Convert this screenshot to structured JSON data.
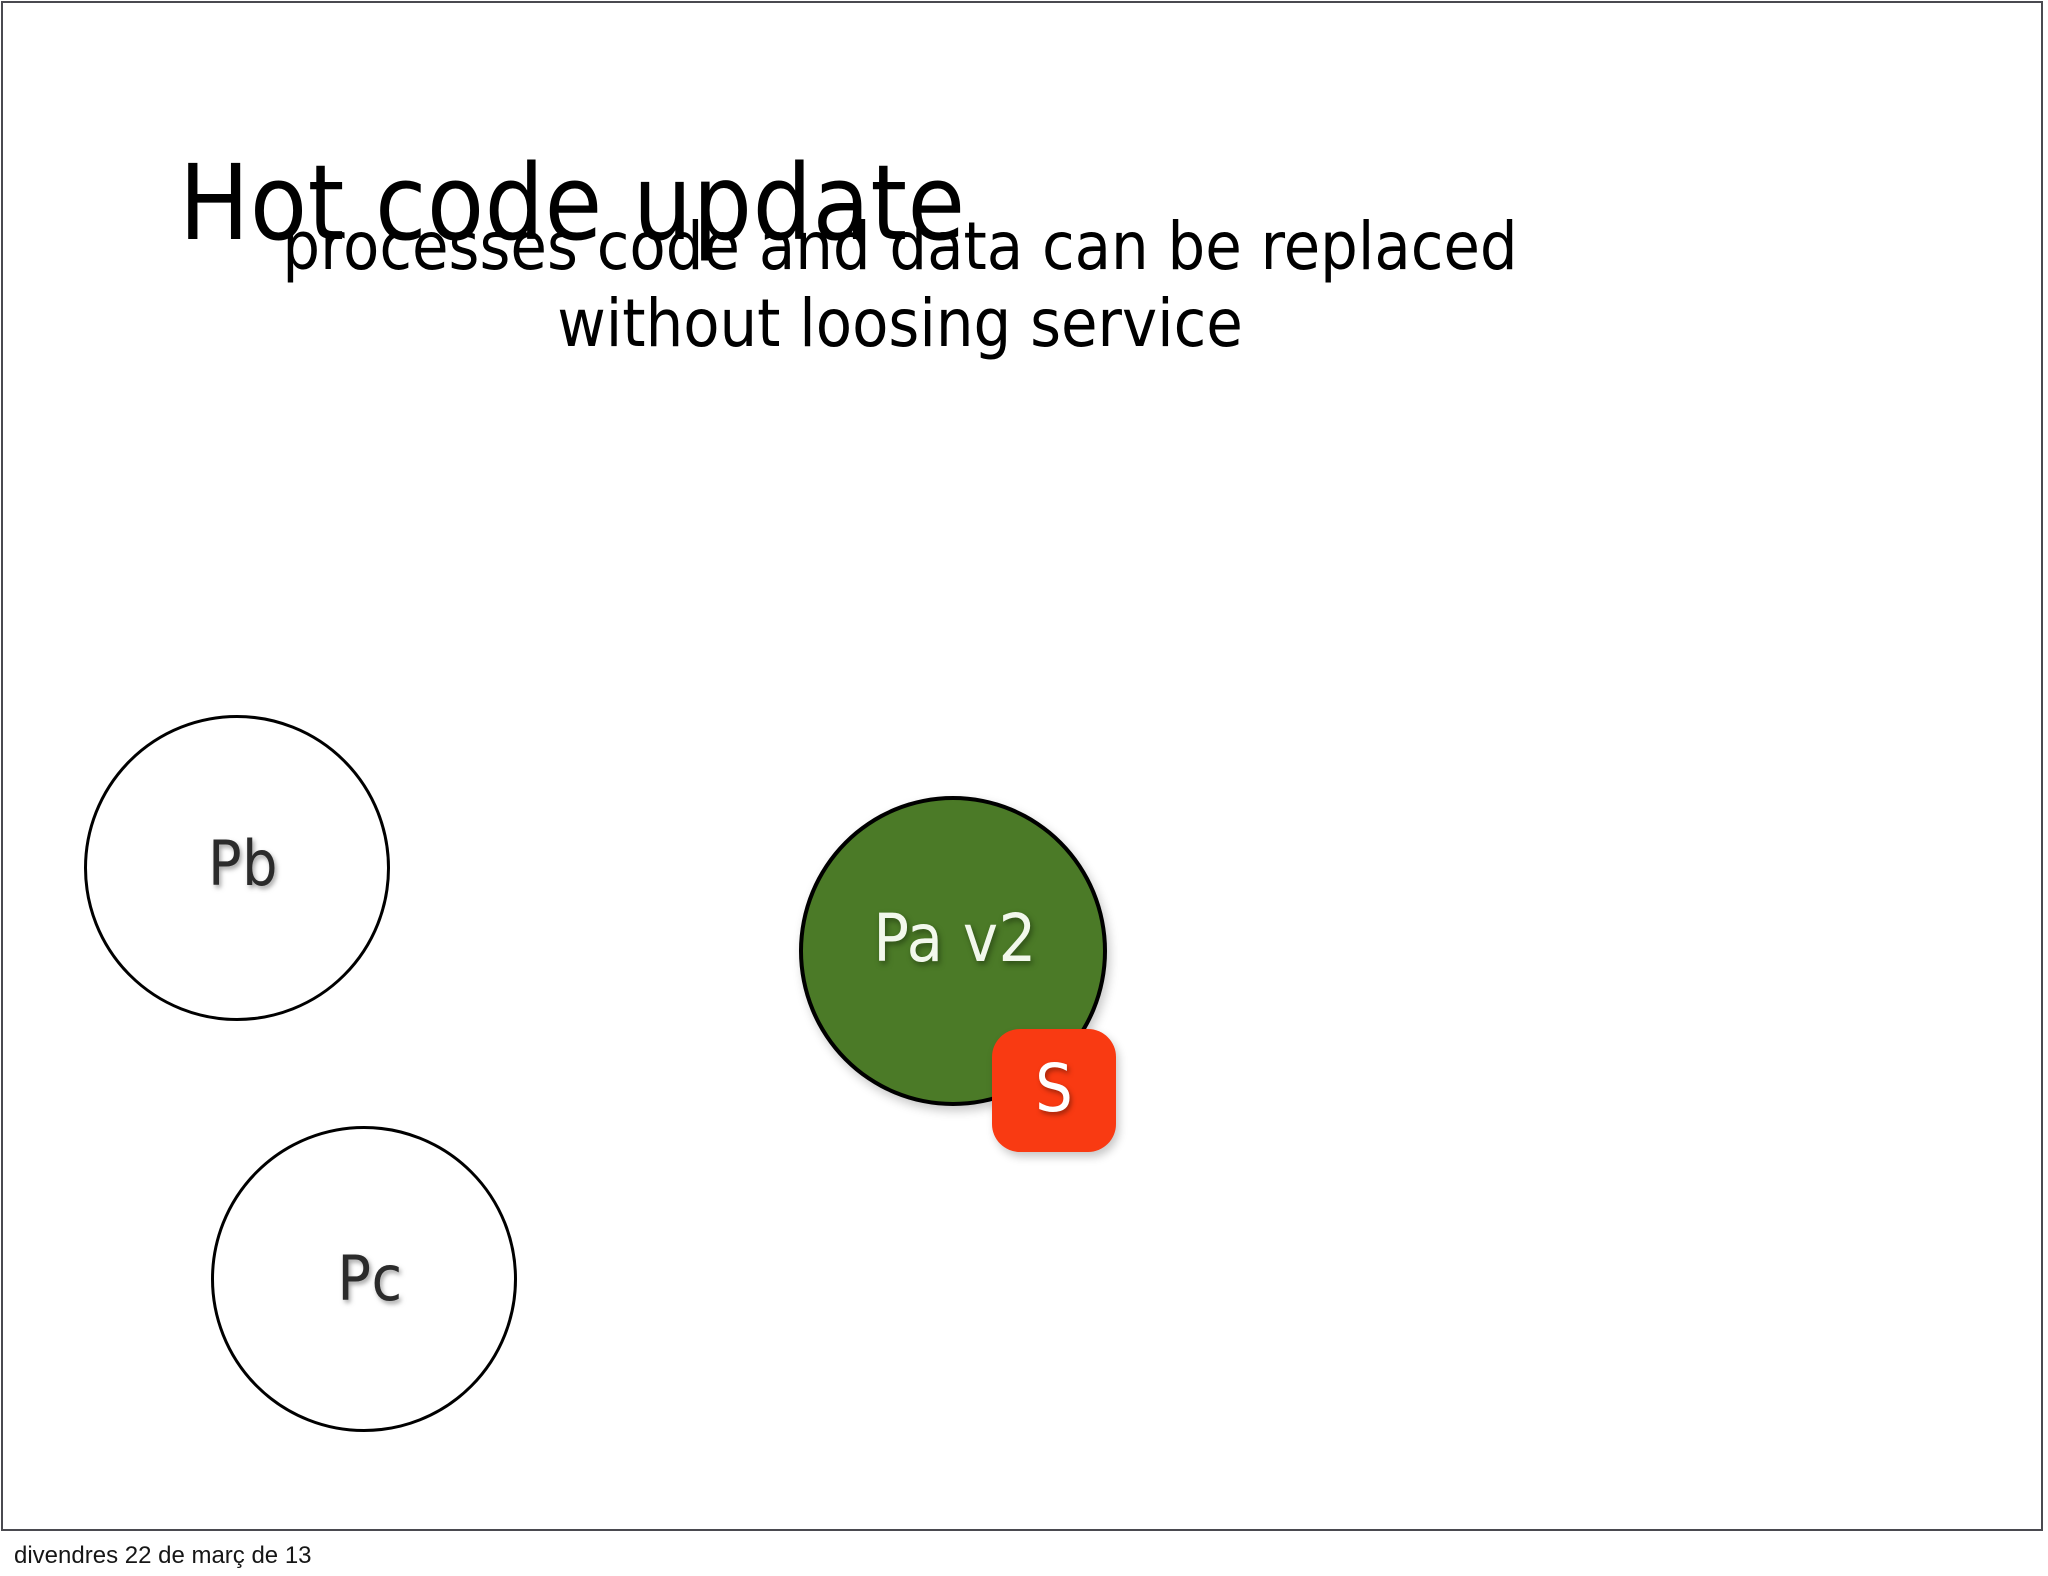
{
  "slide": {
    "title": "Hot code update",
    "subtitle_lines": [
      "processes code and data can be replaced",
      "without loosing service"
    ],
    "background_color": "#ffffff",
    "frame_border_color": "#4a4a50"
  },
  "diagram": {
    "nodes": [
      {
        "id": "pb",
        "label": "Pb",
        "style": "outline",
        "fill_color": "#ffffff",
        "stroke_color": "#000000",
        "text_color": "#2b2b2b"
      },
      {
        "id": "pc",
        "label": "Pc",
        "style": "outline",
        "fill_color": "#ffffff",
        "stroke_color": "#000000",
        "text_color": "#2b2b2b"
      },
      {
        "id": "pa",
        "label": "Pa v2",
        "style": "filled",
        "fill_color": "#4b7a27",
        "stroke_color": "#000000",
        "text_color": "#f2f8ec"
      }
    ],
    "badge": {
      "id": "s",
      "label": "S",
      "fill_color": "#f93a12",
      "text_color": "#ffffff"
    }
  },
  "footer": {
    "date": "divendres 22 de març de 13"
  }
}
